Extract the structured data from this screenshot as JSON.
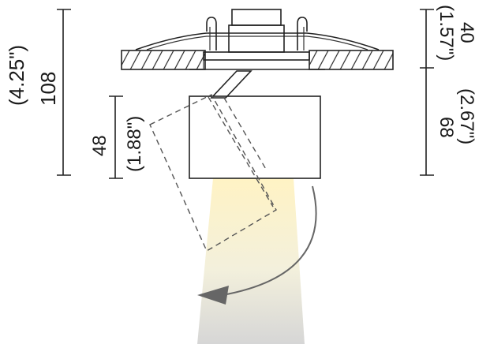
{
  "dimensions": {
    "total_height": {
      "value": "108",
      "inches": "(4.25\")"
    },
    "body_height": {
      "value": "48",
      "inches": "(1.88\")"
    },
    "recess_depth": {
      "value": "40",
      "inches": "(1.57\")"
    },
    "lower_depth": {
      "value": "68",
      "inches": "(2.67\")"
    }
  },
  "colors": {
    "line": "#222222",
    "dashed": "#555555",
    "arrow": "#666666",
    "beam_top": "#fff3c4",
    "beam_bottom": "#d9d9d9"
  }
}
